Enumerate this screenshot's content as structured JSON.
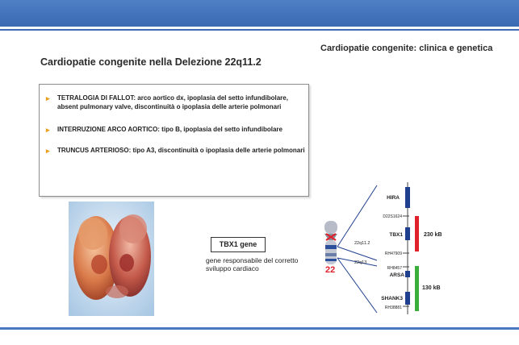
{
  "header": {
    "right_title": "Cardiopatie congenite: clinica e genetica",
    "main_title": "Cardiopatie congenite nella Delezione 22q11.2"
  },
  "bullets": [
    "TETRALOGIA DI FALLOT: arco aortico dx, ipoplasia del setto infundibolare, absent pulmonary valve, discontinuità o ipoplasia delle arterie polmonari",
    "INTERRUZIONE ARCO AORTICO: tipo B, ipoplasia del setto infundibolare",
    "TRUNCUS ARTERIOSO: tipo A3, discontinuità o ipoplasia delle arterie polmonari"
  ],
  "gene": {
    "label": "TBX1 gene",
    "description": "gene responsabile del corretto sviluppo cardiaco"
  },
  "diagram": {
    "chromosome": "22",
    "band_upper": "22q11.2",
    "band_lower": "22q13",
    "genes": [
      "HIRA",
      "TBX1",
      "ARSA",
      "SHANK3"
    ],
    "markers": [
      "D22S1624",
      "RH47909",
      "RH8457",
      "RH38881"
    ],
    "size_1": "230 kB",
    "size_2": "130 kB",
    "colors": {
      "red": "#e0202a",
      "green": "#3aae3a",
      "blue": "#1f3f8f"
    }
  }
}
